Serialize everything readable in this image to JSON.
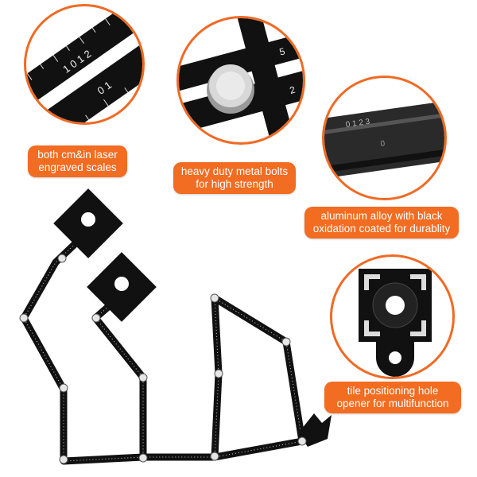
{
  "callouts": [
    {
      "line1": "both cm&in laser",
      "line2": "engraved scales"
    },
    {
      "line1": "heavy duty metal bolts",
      "line2": "for high strength"
    },
    {
      "line1": "aluminum alloy with black",
      "line2": "oxidation coated for durablity"
    },
    {
      "line1": "tile positioning hole",
      "line2": "opener for multifunction"
    }
  ],
  "colors": {
    "accent": "#f26c22",
    "metal": "#1a1a1a"
  }
}
